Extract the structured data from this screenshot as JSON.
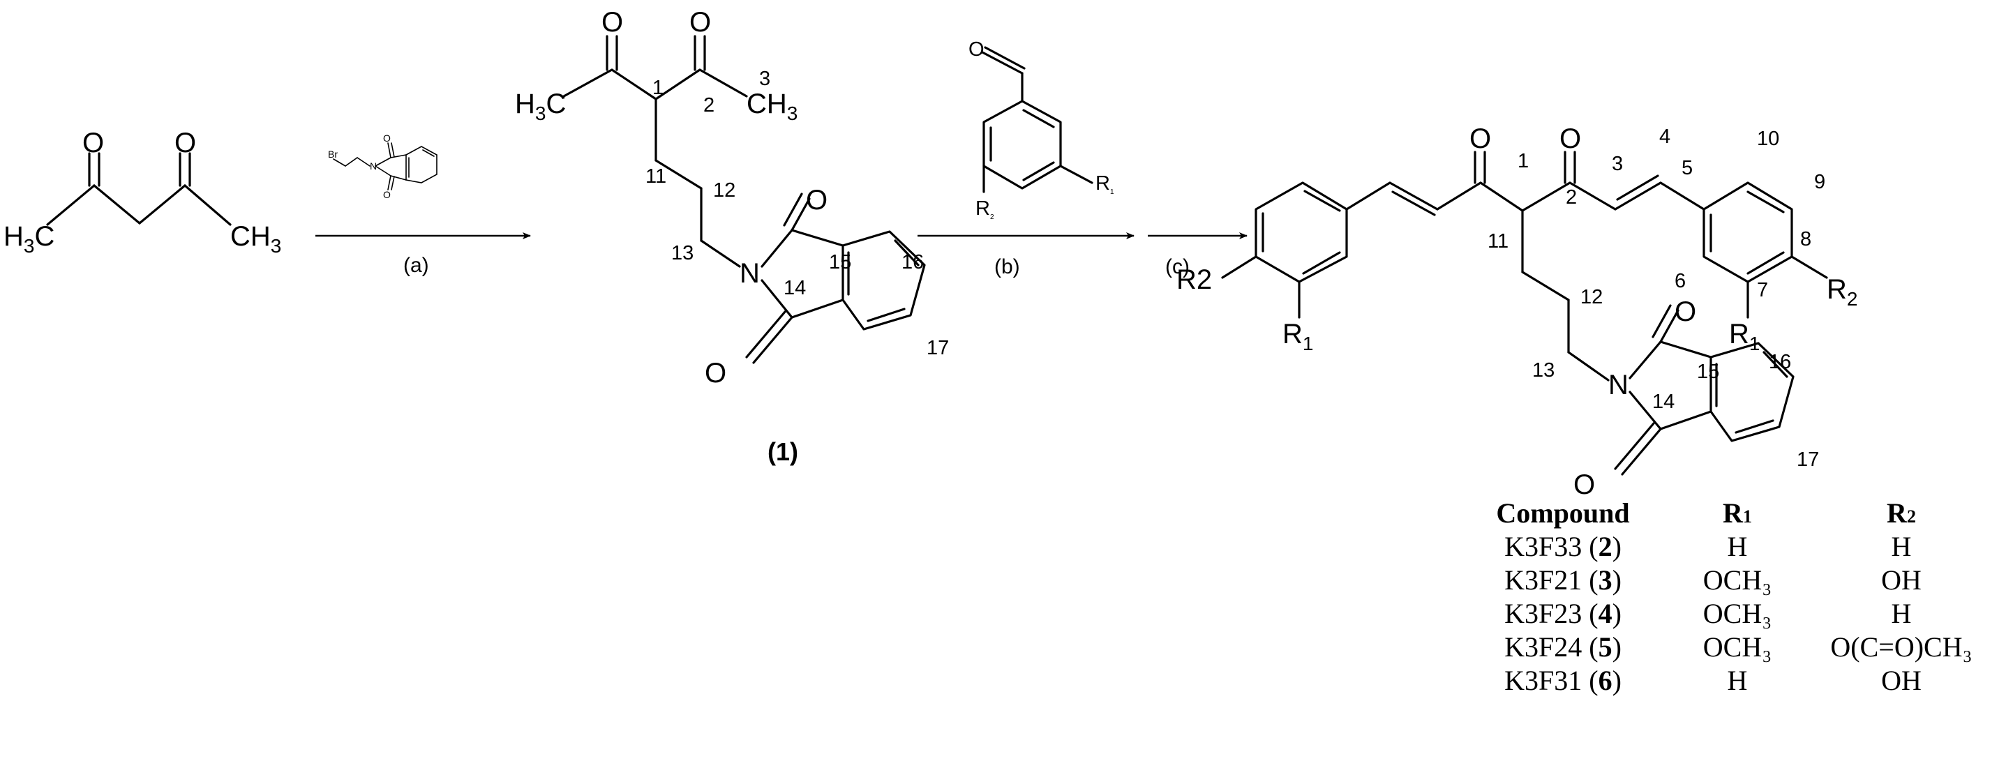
{
  "reagents": {
    "acac": {
      "left": "H",
      "left_sub": "3",
      "left_tail": "C",
      "right": "CH",
      "right_sub": "3",
      "oxygen": "O"
    },
    "bromide": {
      "br": "Br",
      "n": "N",
      "o": "O"
    }
  },
  "steps": {
    "a": "(a)",
    "b": "(b)",
    "c": "(c)"
  },
  "intermediate": {
    "label": "(1)",
    "h3c_h": "H",
    "h3c_sub": "3",
    "h3c_c": "C",
    "ch3": "CH",
    "ch3_sub": "3",
    "oxygen": "O",
    "nitrogen": "N",
    "numbers": [
      "1",
      "2",
      "3",
      "11",
      "12",
      "13",
      "14",
      "15",
      "16",
      "17"
    ]
  },
  "aldehyde": {
    "oxygen": "O",
    "r1": "R",
    "r1_sub": "1",
    "r2": "R",
    "r2_sub": "2"
  },
  "product": {
    "r2_left": "R2",
    "r1_left": "R",
    "r1_left_sub": "1",
    "r2_right": "R",
    "r2_right_sub": "2",
    "r1_right": "R",
    "r1_right_sub": "1",
    "oxygen": "O",
    "nitrogen": "N",
    "numbers": [
      "1",
      "2",
      "3",
      "4",
      "5",
      "6",
      "7",
      "8",
      "9",
      "10",
      "11",
      "12",
      "13",
      "14",
      "15",
      "16",
      "17"
    ]
  },
  "table": {
    "headers": [
      "Compound",
      "R",
      "R"
    ],
    "header_subs": [
      "",
      "1",
      "2"
    ],
    "rows": [
      {
        "name": "K3F33 (",
        "num": "2",
        "close": ")",
        "r1": "H",
        "r2": "H"
      },
      {
        "name": "K3F21 (",
        "num": "3",
        "close": ")",
        "r1": "OCH₃",
        "r2": "OH"
      },
      {
        "name": "K3F23 (",
        "num": "4",
        "close": ")",
        "r1": "OCH₃",
        "r2": "H"
      },
      {
        "name": "K3F24 (",
        "num": "5",
        "close": ")",
        "r1": "OCH₃",
        "r2": "O(C=O)CH₃"
      },
      {
        "name": "K3F31 (",
        "num": "6",
        "close": ")",
        "r1": "H",
        "r2": "OH"
      }
    ]
  }
}
